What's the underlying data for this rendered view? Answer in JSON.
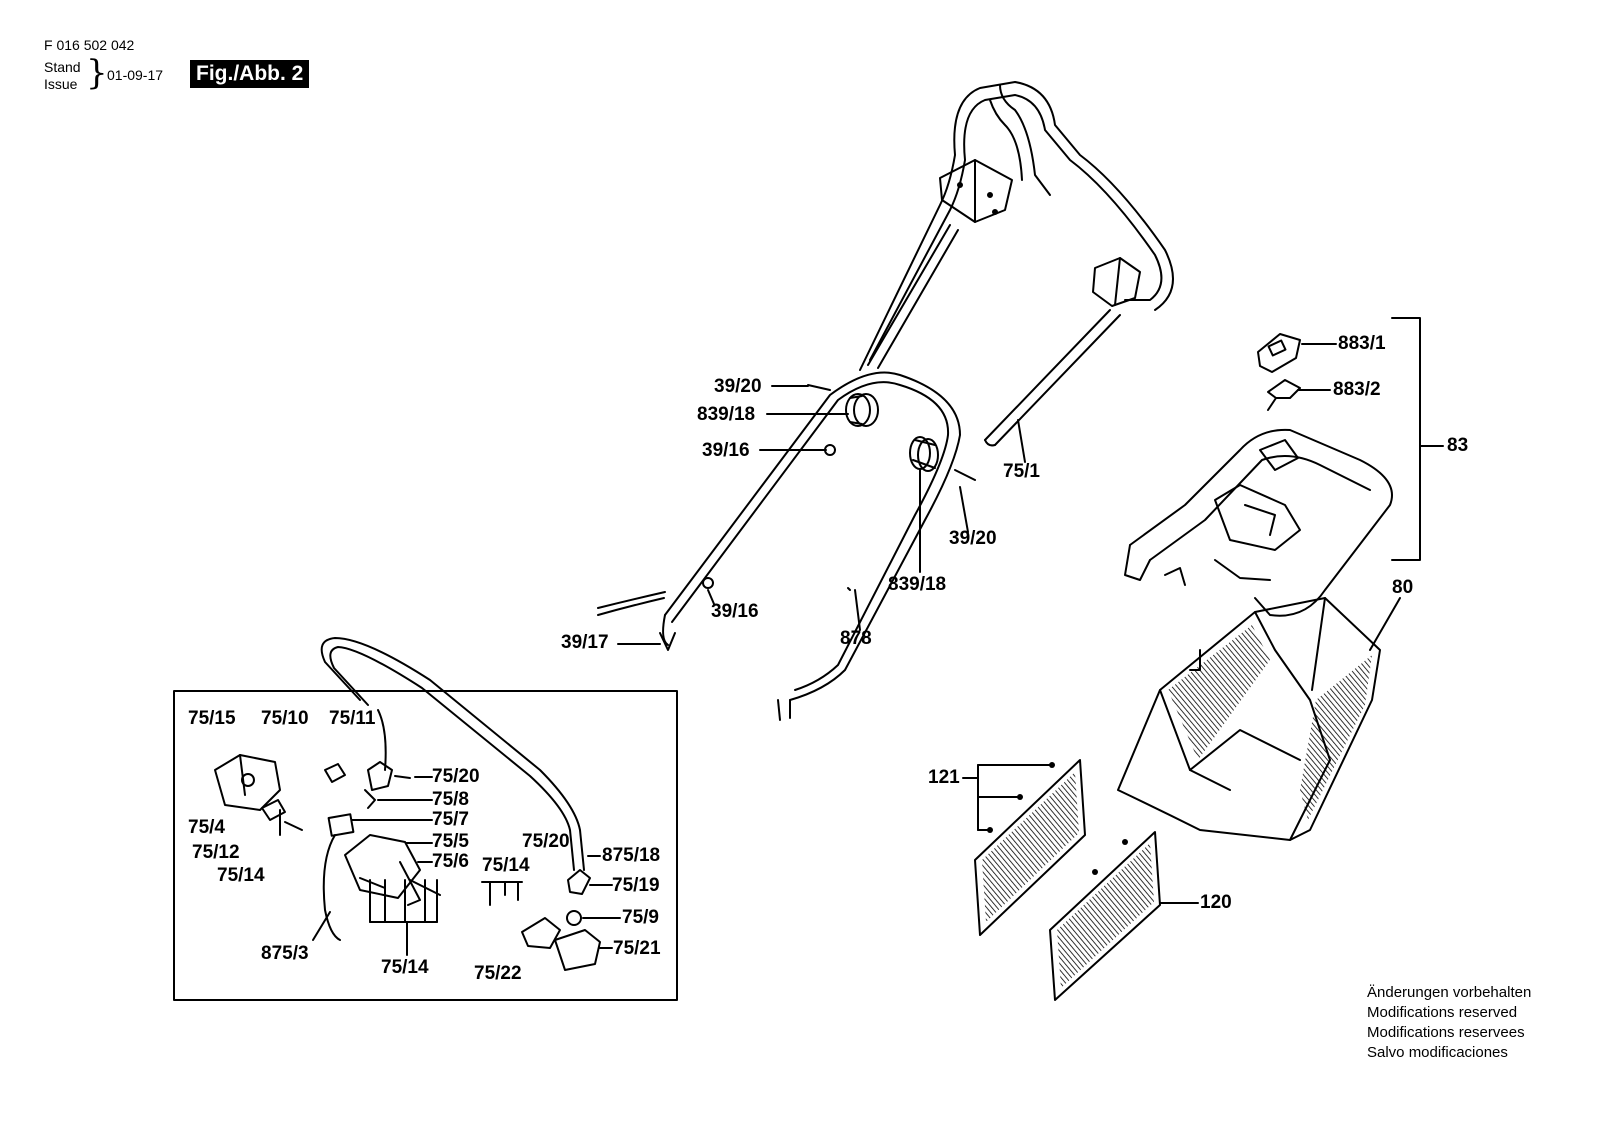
{
  "header": {
    "part_number": "F 016 502 042",
    "stand_label": "Stand",
    "issue_label": "Issue",
    "date": "01-09-17",
    "figure": "Fig./Abb. 2"
  },
  "labels": {
    "p39_20a": "39/20",
    "p839_18a": "839/18",
    "p39_16a": "39/16",
    "p75_1": "75/1",
    "p39_20b": "39/20",
    "p839_18b": "839/18",
    "p39_16b": "39/16",
    "p39_17": "39/17",
    "p878": "878",
    "p883_1": "883/1",
    "p883_2": "883/2",
    "p83": "83",
    "p80": "80",
    "p121": "121",
    "p120": "120",
    "p75_15": "75/15",
    "p75_10": "75/10",
    "p75_11": "75/11",
    "p75_20a": "75/20",
    "p75_8": "75/8",
    "p75_7": "75/7",
    "p75_5": "75/5",
    "p75_6": "75/6",
    "p75_4": "75/4",
    "p75_12": "75/12",
    "p75_14a": "75/14",
    "p875_3": "875/3",
    "p75_14b": "75/14",
    "p75_20b": "75/20",
    "p875_18": "875/18",
    "p75_14c": "75/14",
    "p75_19": "75/19",
    "p75_9": "75/9",
    "p75_21": "75/21",
    "p75_22": "75/22"
  },
  "notes": [
    "Änderungen vorbehalten",
    "Modifications reserved",
    "Modifications reservees",
    "Salvo modificaciones"
  ]
}
